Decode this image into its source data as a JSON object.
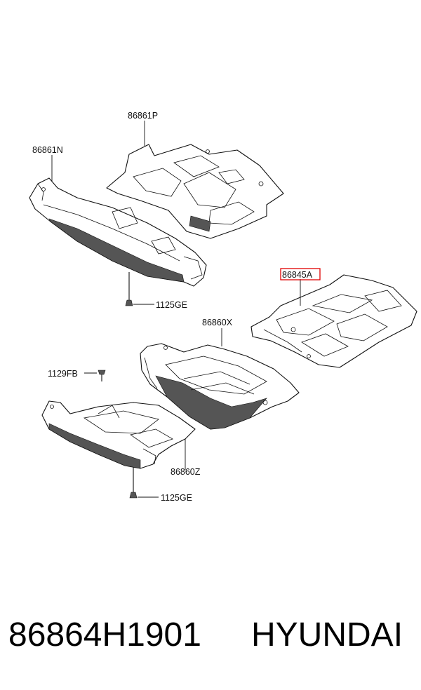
{
  "labels": {
    "p86861P": "86861P",
    "p86861N": "86861N",
    "p1125GE_top": "1125GE",
    "p86845A": "86845A",
    "p86860X": "86860X",
    "p1129FB": "1129FB",
    "p86860Z": "86860Z",
    "p1125GE_bottom": "1125GE"
  },
  "highlighted_part": "86845A",
  "highlight_color": "#e00000",
  "footer": {
    "part_number": "86864H1901",
    "brand": "HYUNDAI"
  }
}
